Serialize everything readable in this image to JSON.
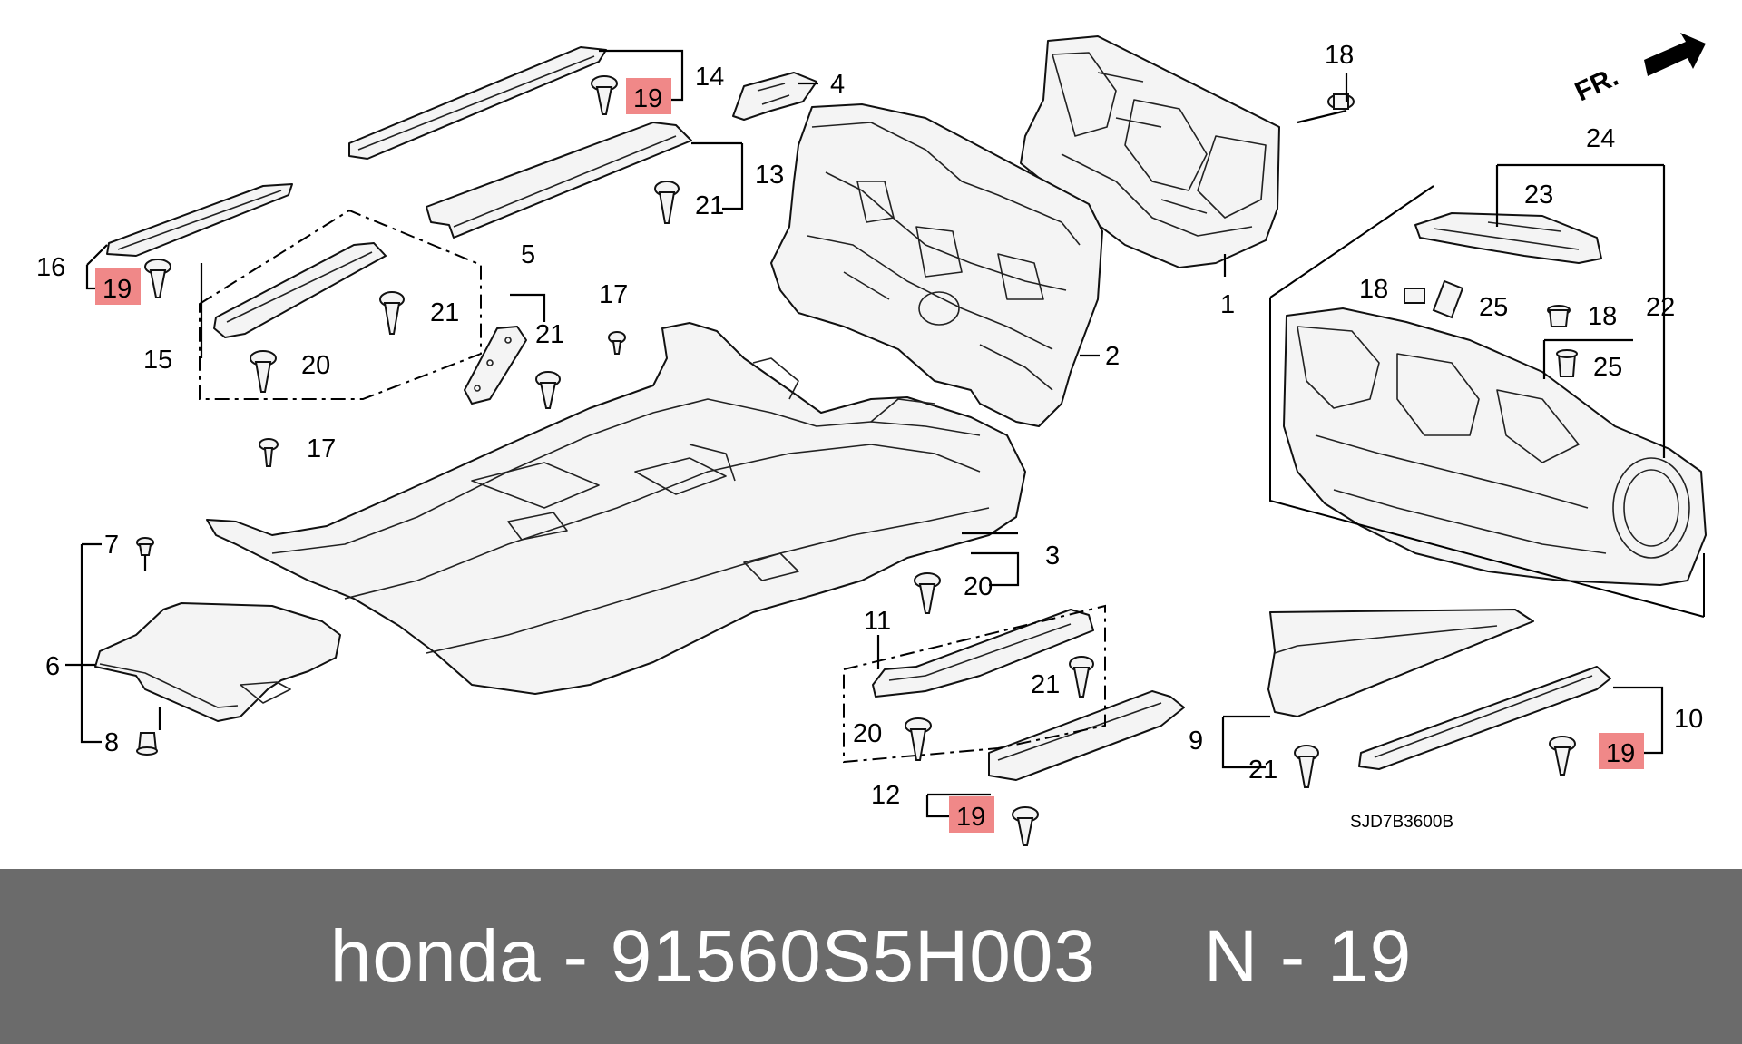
{
  "diagram": {
    "callouts": {
      "c1": "1",
      "c2": "2",
      "c3": "3",
      "c4": "4",
      "c5": "5",
      "c6": "6",
      "c7": "7",
      "c8": "8",
      "c9": "9",
      "c10": "10",
      "c11": "11",
      "c12": "12",
      "c13": "13",
      "c14": "14",
      "c15": "15",
      "c16": "16",
      "c17a": "17",
      "c17b": "17",
      "c18a": "18",
      "c18b": "18",
      "c18c": "18",
      "c19a": "19",
      "c19b": "19",
      "c19c": "19",
      "c19d": "19",
      "c20a": "20",
      "c20b": "20",
      "c20c": "20",
      "c21a": "21",
      "c21b": "21",
      "c21c": "21",
      "c21d": "21",
      "c21e": "21",
      "c22": "22",
      "c23": "23",
      "c24": "24",
      "c25a": "25",
      "c25b": "25"
    },
    "front_label": "FR.",
    "drawing_code": "SJD7B3600B",
    "highlight_color": "#f08888"
  },
  "footer": {
    "text": "honda - 91560S5H003     N - 19",
    "background": "#6b6b6b",
    "text_color": "#ffffff"
  }
}
